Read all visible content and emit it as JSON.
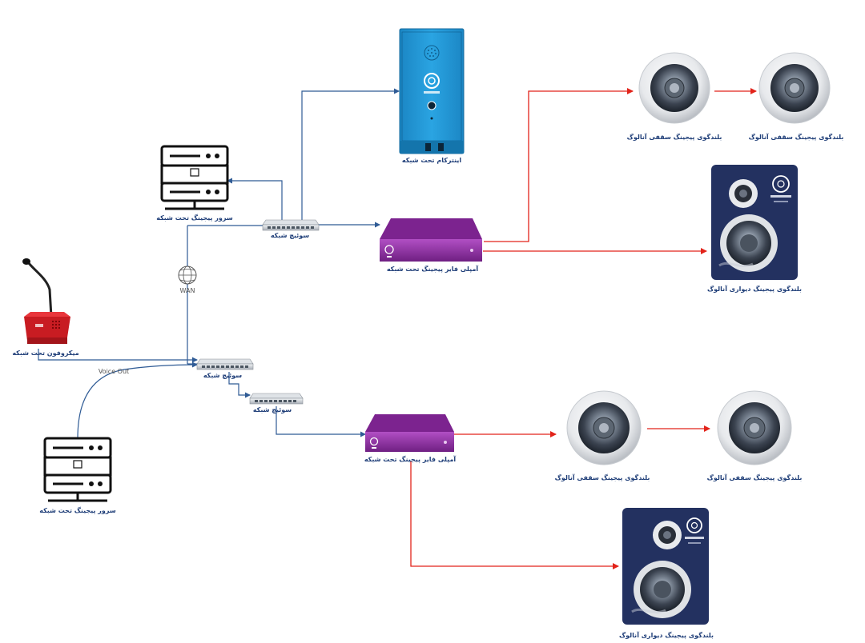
{
  "labels": {
    "intercom": "اینترکام تحت شبکه",
    "ceiling_speaker": "بلندگوی پیجینگ سقفی آنالوگ",
    "wall_speaker": "بلندگوی پیجینگ دیواری آنالوگ",
    "paging_server": "سرور پیجینگ تحت شبکه",
    "network_switch": "سوئیچ شبکه",
    "amplifier": "آمپلی فایر پیجینگ تحت شبکه",
    "microphone": "میکروفون تحت شبکه",
    "wan": "WAN",
    "voice_out": "Voice Out"
  },
  "colors": {
    "network_link": "#2f5b95",
    "audio_link": "#e2231a",
    "label_text": "#1f3e78",
    "intercom_body": "#1f9ad6",
    "amplifier_body": "#8e2fa1",
    "microphone_body": "#d8191f",
    "wall_speaker_body": "#233160"
  }
}
